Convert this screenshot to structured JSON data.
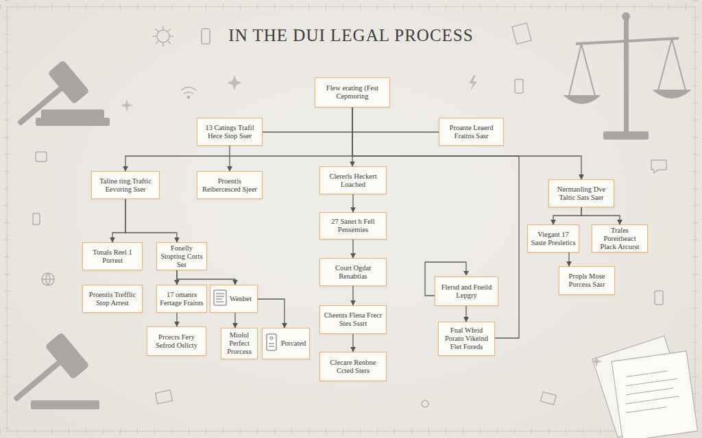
{
  "diagram": {
    "title": "IN THE DUI LEGAL PROCESS",
    "nodes": [
      {
        "text": [
          "Flew erating (Fest Cepmoring"
        ]
      },
      {
        "text": [
          "13 Catings Trafil Hece Stop Sser"
        ]
      },
      {
        "text": [
          "Proante Leaerd Fraitns Sasr"
        ]
      },
      {
        "text": [
          "Clererls Heckert Loached"
        ]
      },
      {
        "text": [
          "Taline ting Traftic Eevoring Sser"
        ]
      },
      {
        "text": [
          "Proentis Reibercesced Sjeer"
        ]
      },
      {
        "text": [
          "Nermanling Dve Taltic Sats Saer"
        ]
      },
      {
        "text": [
          "27 Sanet h Fell Pensemies"
        ]
      },
      {
        "text": [
          "Viegant 17 Saste Presletics"
        ]
      },
      {
        "text": [
          "Trales Poreitheact Plack Arcurst"
        ]
      },
      {
        "text": [
          "Tonals Reel 1 Porrest"
        ]
      },
      {
        "text": [
          "Fonelly Stopting Corts Ser"
        ]
      },
      {
        "text": [
          "Court Ogdat Renabtias"
        ]
      },
      {
        "text": [
          "Propls Mose Porcess Sasr"
        ]
      },
      {
        "text": [
          "Flersd and Fneild Lepgry"
        ]
      },
      {
        "text": [
          "Proentis Trefflic Stop Arrest"
        ]
      },
      {
        "text": [
          "17 omanrs Fertage Fraints"
        ]
      },
      {
        "text": [
          "Wenbet"
        ]
      },
      {
        "text": [
          "Cheents Flena Frecr Stes Sssrt"
        ]
      },
      {
        "text": [
          "Fnal Wfeid Porato Vikeind Flet Foreds"
        ]
      },
      {
        "text": [
          "Prcecrs Fery Sefrod Oslicty"
        ]
      },
      {
        "text": [
          "Miolul Perfect Prorcess"
        ]
      },
      {
        "text": [
          "Porcated"
        ]
      },
      {
        "text": [
          "Clecare Renbne Ccted Sters"
        ]
      }
    ],
    "edges": [
      {
        "from": 0,
        "to": 3,
        "arrow": "to"
      },
      {
        "from": 0,
        "to": 1,
        "arrow": "none"
      },
      {
        "from": 0,
        "to": 2,
        "arrow": "none"
      },
      {
        "from": 0,
        "to": 4,
        "arrow": "to"
      },
      {
        "from": 1,
        "to": 5,
        "arrow": "to"
      },
      {
        "from": 0,
        "to": 6,
        "arrow": "to"
      },
      {
        "from": 0,
        "to": 19,
        "arrow": "none"
      },
      {
        "from": 3,
        "to": 7,
        "arrow": "to"
      },
      {
        "from": 7,
        "to": 12,
        "arrow": "to"
      },
      {
        "from": 12,
        "to": 18,
        "arrow": "to"
      },
      {
        "from": 18,
        "to": 23,
        "arrow": "to"
      },
      {
        "from": 4,
        "to": 10,
        "arrow": "to"
      },
      {
        "from": 4,
        "to": 11,
        "arrow": "to"
      },
      {
        "from": 11,
        "to": 16,
        "arrow": "to"
      },
      {
        "from": 11,
        "to": 17,
        "arrow": "to"
      },
      {
        "from": 16,
        "to": 20,
        "arrow": "to"
      },
      {
        "from": 17,
        "to": 21,
        "arrow": "to"
      },
      {
        "from": 17,
        "to": 22,
        "arrow": "to"
      },
      {
        "from": 14,
        "to": 19,
        "arrow": "to"
      },
      {
        "from": 6,
        "to": 8,
        "arrow": "to"
      },
      {
        "from": 6,
        "to": 9,
        "arrow": "to"
      },
      {
        "from": 8,
        "to": 13,
        "arrow": "to"
      }
    ]
  }
}
